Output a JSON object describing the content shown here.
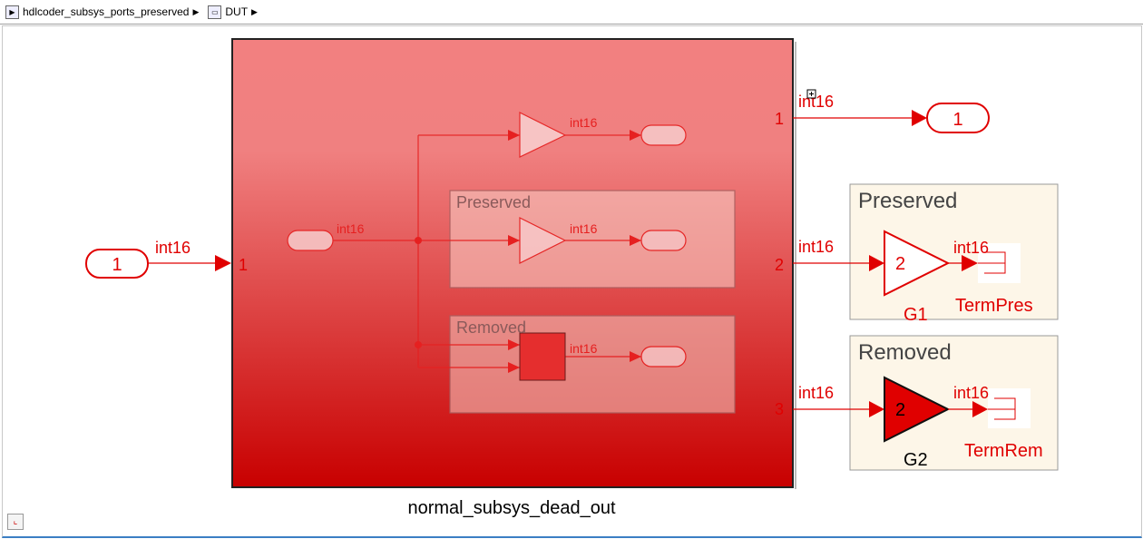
{
  "breadcrumb": {
    "model": "hdlcoder_subsys_ports_preserved",
    "subsystem": "DUT"
  },
  "subsystem": {
    "name": "normal_subsys_dead_out",
    "in_port": "1",
    "out_ports": [
      "1",
      "2",
      "3"
    ],
    "inner": {
      "signal": "int16",
      "preserved_label": "Preserved",
      "removed_label": "Removed"
    }
  },
  "inport": {
    "label": "1",
    "signal": "int16"
  },
  "outport": {
    "label": "1",
    "signal": "int16"
  },
  "preserved": {
    "title": "Preserved",
    "gain": "2",
    "gain_name": "G1",
    "signal_in": "int16",
    "signal_out": "int16",
    "terminator": "TermPres"
  },
  "removed": {
    "title": "Removed",
    "gain": "2",
    "gain_name": "G2",
    "signal_in": "int16",
    "signal_out": "int16",
    "terminator": "TermRem"
  },
  "colors": {
    "signal": "#e00000",
    "area": "#fdf6e8"
  }
}
